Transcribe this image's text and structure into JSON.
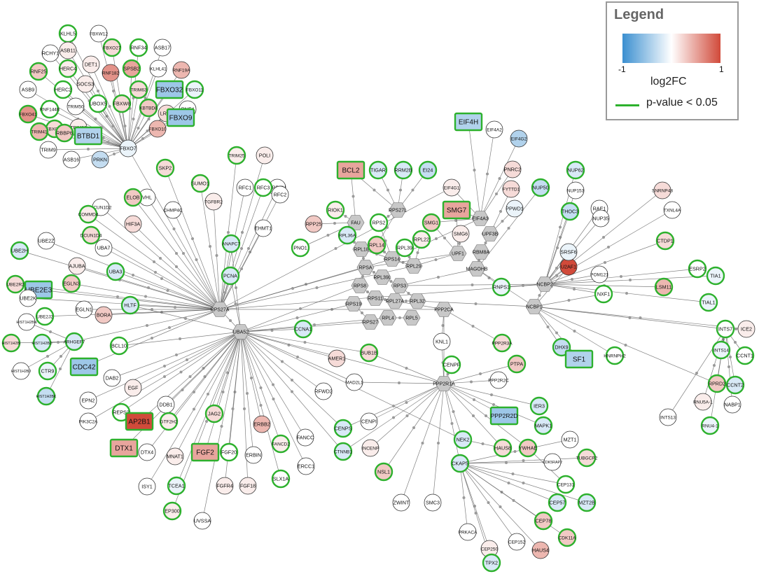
{
  "legend": {
    "title": "Legend",
    "min_label": "-1",
    "max_label": "1",
    "scale_label": "log2FC",
    "sig_label": "p-value < 0.05"
  },
  "colors": {
    "low": "#3b8fd0",
    "mid": "#ffffff",
    "high": "#d14a3a",
    "sig_border": "#2db12d",
    "plain_border": "#333333",
    "hub": "#c8c8c8",
    "edge": "#555555"
  },
  "hubs": [
    "RPS27A",
    "UBA52",
    "FAU",
    "RPS27L",
    "RPL18",
    "RPS14",
    "RPL29",
    "RPSA",
    "RPL39L",
    "RPS3",
    "RPS8",
    "RPL27A",
    "RPS11",
    "RPS19",
    "RPS27",
    "RPL4",
    "RPL5",
    "RPL32",
    "UPF1",
    "RBM8A",
    "MAGOHB",
    "UPF3B",
    "EIF4A3",
    "NCBP1",
    "NCBP2",
    "PPP2CA",
    "PPP2R1A"
  ],
  "nodes": {
    "RCHY1": [
      0,
      0,
      "c"
    ],
    "ASB17": [
      0,
      0,
      "c"
    ],
    "KLHL5": [
      0,
      1,
      "c"
    ],
    "FBXW12": [
      0,
      0,
      "c"
    ],
    "HERC4": [
      0.1,
      1,
      "c"
    ],
    "FBXO27": [
      0.2,
      1,
      "c"
    ],
    "RNF34": [
      0,
      1,
      "c"
    ],
    "DET1": [
      0.1,
      0,
      "c"
    ],
    "ASB11": [
      0.1,
      0,
      "c"
    ],
    "RNF182": [
      0.6,
      0,
      "c"
    ],
    "SPSB2": [
      0.5,
      1,
      "c"
    ],
    "KLHL41": [
      0,
      0,
      "c"
    ],
    "RNF19A": [
      0.4,
      0,
      "c"
    ],
    "SOCS3": [
      0.1,
      0,
      "c"
    ],
    "HERC2": [
      0,
      1,
      "c"
    ],
    "RNF25": [
      0.3,
      1,
      "c"
    ],
    "TRIM63": [
      0.2,
      1,
      "c"
    ],
    "FBXO32": [
      -0.5,
      1,
      "s"
    ],
    "FBXO11": [
      -0.1,
      1,
      "c"
    ],
    "ASB9": [
      0,
      0,
      "c"
    ],
    "RNF144B": [
      0,
      1,
      "c"
    ],
    "TRIM50": [
      0,
      0,
      "c"
    ],
    "UBOX5": [
      0,
      1,
      "c"
    ],
    "FBXW8": [
      0.2,
      1,
      "c"
    ],
    "KBTBD8": [
      0.3,
      1,
      "c"
    ],
    "LRR1": [
      0.2,
      0,
      "c"
    ],
    "RNF4": [
      0,
      0,
      "c"
    ],
    "FBXO41": [
      0.6,
      1,
      "c"
    ],
    "FBXO17": [
      0.2,
      1,
      "c"
    ],
    "TRIM36": [
      0.1,
      0,
      "c"
    ],
    "FBXO9": [
      -0.5,
      1,
      "s"
    ],
    "TRIM41": [
      0.4,
      1,
      "c"
    ],
    "RBBP6": [
      0.3,
      1,
      "c"
    ],
    "BTBD1": [
      -0.4,
      1,
      "s"
    ],
    "FBXO10": [
      0.4,
      0,
      "c"
    ],
    "TRIM9": [
      0,
      0,
      "c"
    ],
    "ASB16": [
      0,
      0,
      "c"
    ],
    "PRKN": [
      -0.3,
      0,
      "c"
    ],
    "FBXO7": [
      -0.1,
      0,
      "c"
    ],
    "EIF4H": [
      -0.4,
      1,
      "s"
    ],
    "EIF4A2": [
      0,
      0,
      "c"
    ],
    "EIF4G2": [
      -0.4,
      0,
      "c"
    ],
    "BCL2": [
      0.5,
      1,
      "s"
    ],
    "TIGAR": [
      -0.2,
      1,
      "c"
    ],
    "RRM2B": [
      -0.2,
      1,
      "c"
    ],
    "EI24": [
      -0.3,
      1,
      "c"
    ],
    "PNRC2": [
      0.2,
      0,
      "c"
    ],
    "NUP62": [
      -0.2,
      1,
      "c"
    ],
    "TRIM25": [
      0.1,
      1,
      "c"
    ],
    "POLI": [
      0.1,
      0,
      "c"
    ],
    "SKP2": [
      0.2,
      1,
      "c"
    ],
    "SUMO1": [
      0.1,
      1,
      "c"
    ],
    "SPRTN": [
      0,
      0,
      "c"
    ],
    "RFC1": [
      0,
      0,
      "c"
    ],
    "RFC3": [
      0,
      1,
      "c"
    ],
    "RFC2": [
      0,
      0,
      "c"
    ],
    "TGFBR2": [
      0.1,
      0,
      "c"
    ],
    "EIF4G1": [
      0.1,
      0,
      "c"
    ],
    "NUP50": [
      -0.3,
      1,
      "c"
    ],
    "FYTTD1": [
      0.2,
      0,
      "c"
    ],
    "NUP153": [
      0,
      0,
      "c"
    ],
    "PPWD1": [
      -0.1,
      0,
      "c"
    ],
    "RAE1": [
      0,
      0,
      "c"
    ],
    "SNRNP48": [
      0.2,
      0,
      "c"
    ],
    "THOC3": [
      -0.3,
      1,
      "c"
    ],
    "NUP35": [
      0,
      0,
      "c"
    ],
    "TXNL4A": [
      0,
      0,
      "c"
    ],
    "DCUN1D2": [
      0,
      0,
      "c"
    ],
    "VHL": [
      0,
      0,
      "c"
    ],
    "ELOB": [
      0.3,
      1,
      "c"
    ],
    "COMMD4": [
      0.1,
      1,
      "c"
    ],
    "CHMP4C": [
      0,
      0,
      "c"
    ],
    "HIF3A": [
      0.2,
      0,
      "c"
    ],
    "DCUN1D4": [
      0.2,
      1,
      "c"
    ],
    "UBE2Z": [
      0,
      0,
      "c"
    ],
    "UBE2H": [
      -0.2,
      1,
      "c"
    ],
    "AJUBA": [
      0.1,
      0,
      "c"
    ],
    "UBA7": [
      0,
      0,
      "c"
    ],
    "ANAPC7": [
      -0.2,
      1,
      "c"
    ],
    "EHMT1": [
      0,
      0,
      "c"
    ],
    "RIOK1": [
      0.1,
      1,
      "c"
    ],
    "RPP25": [
      0.3,
      0,
      "c"
    ],
    "SMG1": [
      0.3,
      1,
      "c"
    ],
    "SMG7": [
      0.5,
      1,
      "s"
    ],
    "SMG6": [
      0.1,
      0,
      "c"
    ],
    "PNO1": [
      0,
      1,
      "c"
    ],
    "RPL36A": [
      -0.2,
      1,
      "c"
    ],
    "RPS2": [
      0,
      1,
      "c"
    ],
    "RPL14": [
      0.3,
      1,
      "c"
    ],
    "RPL39": [
      0,
      1,
      "c"
    ],
    "RPL22": [
      0.1,
      1,
      "c"
    ],
    "UBE2E3": [
      -0.5,
      1,
      "s"
    ],
    "UBA3": [
      -0.2,
      1,
      "c"
    ],
    "EGLN3": [
      0.3,
      1,
      "c"
    ],
    "UBE2R2": [
      0.2,
      1,
      "c"
    ],
    "UBE2K": [
      0,
      0,
      "c"
    ],
    "PCNA": [
      -0.2,
      1,
      "c"
    ],
    "EGLN1": [
      0,
      0,
      "c"
    ],
    "HLTF": [
      -0.2,
      1,
      "c"
    ],
    "BORA": [
      0.3,
      0,
      "c"
    ],
    "UBE2J2": [
      0,
      1,
      "c"
    ],
    "U2AF1": [
      1,
      0,
      "c"
    ],
    "SRSF6": [
      -0.1,
      0,
      "c"
    ],
    "POM121": [
      0,
      0,
      "c"
    ],
    "CTDP1": [
      0.2,
      1,
      "c"
    ],
    "ESRP2": [
      0,
      1,
      "c"
    ],
    "TIA1": [
      -0.1,
      1,
      "c"
    ],
    "LSM11": [
      0.4,
      1,
      "c"
    ],
    "NXF1": [
      0,
      1,
      "c"
    ],
    "RNPS1": [
      -0.1,
      1,
      "c"
    ],
    "TIAL1": [
      -0.1,
      1,
      "c"
    ],
    "HIST1H2BN": [
      0,
      0,
      "c"
    ],
    "HIST1H2BI": [
      0.2,
      1,
      "c"
    ],
    "HIST1H2BD": [
      -0.2,
      1,
      "c"
    ],
    "ARHGEF7": [
      -0.2,
      1,
      "c"
    ],
    "BCL10": [
      0,
      1,
      "c"
    ],
    "CCNA1": [
      -0.2,
      1,
      "c"
    ],
    "AMER1": [
      0.2,
      0,
      "c"
    ],
    "BUB1B": [
      0.2,
      1,
      "c"
    ],
    "KNL1": [
      0,
      0,
      "c"
    ],
    "PPP2R3A": [
      0.2,
      1,
      "c"
    ],
    "CDC42": [
      -0.5,
      1,
      "s"
    ],
    "HIST1H2BJ": [
      0,
      0,
      "c"
    ],
    "CTR9": [
      -0.1,
      1,
      "c"
    ],
    "DAB2": [
      0,
      0,
      "c"
    ],
    "EGF": [
      0.1,
      0,
      "c"
    ],
    "EPN2": [
      0,
      0,
      "c"
    ],
    "REPS2": [
      0,
      1,
      "c"
    ],
    "HIST1H2BK": [
      -0.3,
      1,
      "c"
    ],
    "PIK3C2A": [
      0,
      0,
      "c"
    ],
    "AP2B1": [
      1,
      1,
      "s"
    ],
    "DDB1": [
      0,
      0,
      "c"
    ],
    "GTF2H2": [
      0.1,
      1,
      "c"
    ],
    "JAG2": [
      0.2,
      1,
      "c"
    ],
    "ERBB2": [
      0.4,
      0,
      "c"
    ],
    "RFWD2": [
      0,
      0,
      "c"
    ],
    "MAD2L1": [
      0,
      0,
      "c"
    ],
    "CENPF": [
      0,
      1,
      "c"
    ],
    "PTPA": [
      0.3,
      1,
      "c"
    ],
    "PPP2R2C": [
      0,
      0,
      "c"
    ],
    "DHX9": [
      -0.3,
      1,
      "c"
    ],
    "SF1": [
      -0.4,
      1,
      "s"
    ],
    "HNRNPH2": [
      0,
      1,
      "c"
    ],
    "IER3": [
      -0.2,
      1,
      "c"
    ],
    "PPP2R2D": [
      -0.5,
      1,
      "s"
    ],
    "MAPK1": [
      -0.2,
      1,
      "c"
    ],
    "DTX1": [
      0.5,
      1,
      "s"
    ],
    "DTX4": [
      0,
      0,
      "c"
    ],
    "MNAT1": [
      0.1,
      0,
      "c"
    ],
    "FGF2": [
      0.5,
      1,
      "s"
    ],
    "FGF20": [
      0,
      1,
      "c"
    ],
    "FANCD2": [
      0.1,
      1,
      "c"
    ],
    "FANCC": [
      0,
      0,
      "c"
    ],
    "CENPS": [
      -0.2,
      1,
      "c"
    ],
    "CENPI": [
      0,
      0,
      "c"
    ],
    "INCENP": [
      0.1,
      0,
      "c"
    ],
    "NEK2": [
      -0.2,
      1,
      "c"
    ],
    "HAUS8": [
      0.2,
      1,
      "c"
    ],
    "YWHAE": [
      0.3,
      1,
      "c"
    ],
    "MZT1": [
      0,
      0,
      "c"
    ],
    "CDK5RAP2": [
      0,
      0,
      "c"
    ],
    "ISY1": [
      0,
      0,
      "c"
    ],
    "TCEA1": [
      -0.1,
      1,
      "c"
    ],
    "ERBIN": [
      0,
      0,
      "c"
    ],
    "ERCC1": [
      0,
      0,
      "c"
    ],
    "SLX1A": [
      0,
      1,
      "c"
    ],
    "CTNNB1": [
      -0.2,
      1,
      "c"
    ],
    "NSL1": [
      0.3,
      1,
      "c"
    ],
    "ZWINT": [
      0,
      0,
      "c"
    ],
    "SMC3": [
      0,
      0,
      "c"
    ],
    "CKAP5": [
      -0.2,
      1,
      "c"
    ],
    "CEP131": [
      0,
      1,
      "c"
    ],
    "TUBGCP2": [
      0.2,
      1,
      "c"
    ],
    "EP300": [
      0.1,
      1,
      "c"
    ],
    "UVSSA": [
      0,
      0,
      "c"
    ],
    "FGFR4": [
      0.1,
      0,
      "c"
    ],
    "FGF18": [
      0.1,
      0,
      "c"
    ],
    "CEP57": [
      -0.2,
      1,
      "c"
    ],
    "MZT2B": [
      -0.2,
      1,
      "c"
    ],
    "CEP78": [
      0.3,
      1,
      "c"
    ],
    "CDK11A": [
      0.3,
      1,
      "c"
    ],
    "PRKACA": [
      0,
      0,
      "c"
    ],
    "CEP250": [
      0.1,
      0,
      "c"
    ],
    "CEP152": [
      0,
      0,
      "c"
    ],
    "HAUS4": [
      0.4,
      0,
      "c"
    ],
    "TPX2": [
      -0.2,
      1,
      "c"
    ],
    "INTS7": [
      0,
      1,
      "c"
    ],
    "ICE2": [
      0.1,
      0,
      "c"
    ],
    "INTS14": [
      -0.1,
      1,
      "c"
    ],
    "CCNT1": [
      0,
      1,
      "c"
    ],
    "RPRD2": [
      0.3,
      1,
      "c"
    ],
    "CCNT2": [
      -0.2,
      1,
      "c"
    ],
    "RNU5A-1": [
      0.1,
      0,
      "c"
    ],
    "INTS13": [
      0,
      0,
      "c"
    ],
    "NABP1": [
      0,
      0,
      "c"
    ],
    "RNU4-1": [
      -0.1,
      1,
      "c"
    ]
  }
}
